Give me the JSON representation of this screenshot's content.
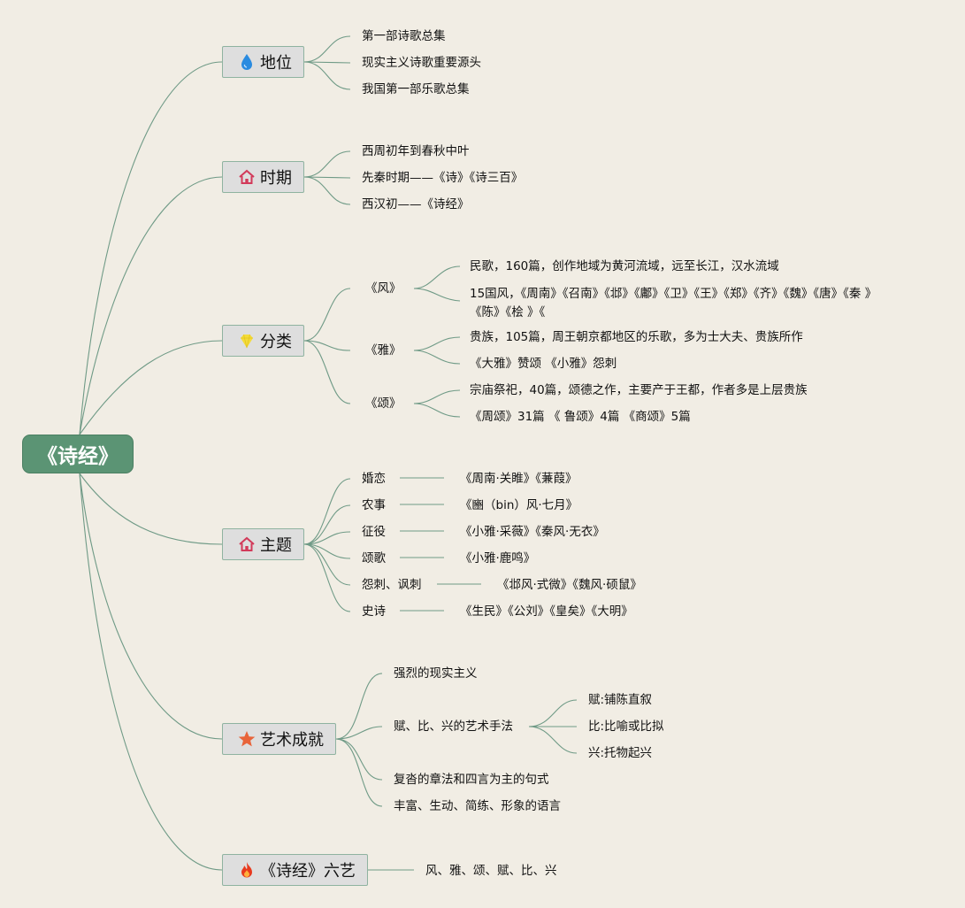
{
  "root": {
    "label": "《诗经》"
  },
  "branches": {
    "diwei": {
      "label": "地位",
      "icon": "water-drop-icon",
      "items": [
        "第一部诗歌总集",
        "现实主义诗歌重要源头",
        "我国第一部乐歌总集"
      ]
    },
    "shiqi": {
      "label": "时期",
      "icon": "house-icon",
      "items": [
        "西周初年到春秋中叶",
        "先秦时期——《诗》《诗三百》",
        "西汉初——《诗经》"
      ]
    },
    "fenlei": {
      "label": "分类",
      "icon": "diamond-icon",
      "groups": [
        {
          "label": "《风》",
          "items": [
            "民歌，160篇，创作地域为黄河流域，远至长江，汉水流域",
            "15国风，《周南》《召南》《邶》《鄘》《卫》《王》《郑》《齐》《魏》《唐》《秦 》《陈》《桧 》《"
          ]
        },
        {
          "label": "《雅》",
          "items": [
            "贵族，105篇，周王朝京都地区的乐歌，多为士大夫、贵族所作",
            "《大雅》赞颂 《小雅》怨刺"
          ]
        },
        {
          "label": "《颂》",
          "items": [
            "宗庙祭祀，40篇，颂德之作，主要产于王都，作者多是上层贵族",
            "《周颂》31篇 《 鲁颂》4篇 《商颂》5篇"
          ]
        }
      ]
    },
    "zhuti": {
      "label": "主题",
      "icon": "house-icon",
      "rows": [
        {
          "topic": "婚恋",
          "works": "《周南·关睢》《蒹葭》"
        },
        {
          "topic": "农事",
          "works": "《豳（bin）风·七月》"
        },
        {
          "topic": "征役",
          "works": "《小雅·采薇》《秦风·无衣》"
        },
        {
          "topic": "颂歌",
          "works": "《小雅·鹿鸣》"
        },
        {
          "topic": "怨刺、讽刺",
          "works": "《邶风·式微》《魏风·硕鼠》"
        },
        {
          "topic": "史诗",
          "works": "《生民》《公刘》《皇矣》《大明》"
        }
      ]
    },
    "yishu": {
      "label": "艺术成就",
      "icon": "star-icon",
      "items": [
        "强烈的现实主义",
        "赋、比、兴的艺术手法",
        "复沓的章法和四言为主的句式",
        "丰富、生动、简练、形象的语言"
      ],
      "subitems": [
        "赋:铺陈直叙",
        "比:比喻或比拟",
        "兴:托物起兴"
      ]
    },
    "liuyi": {
      "label": "《诗经》六艺",
      "icon": "fire-icon",
      "items": [
        "风、雅、颂、赋、比、兴"
      ]
    }
  },
  "colors": {
    "root": "#5b9474",
    "link": "#6f9a86",
    "branch_bg": "#dedede",
    "background": "#f1ede4"
  }
}
